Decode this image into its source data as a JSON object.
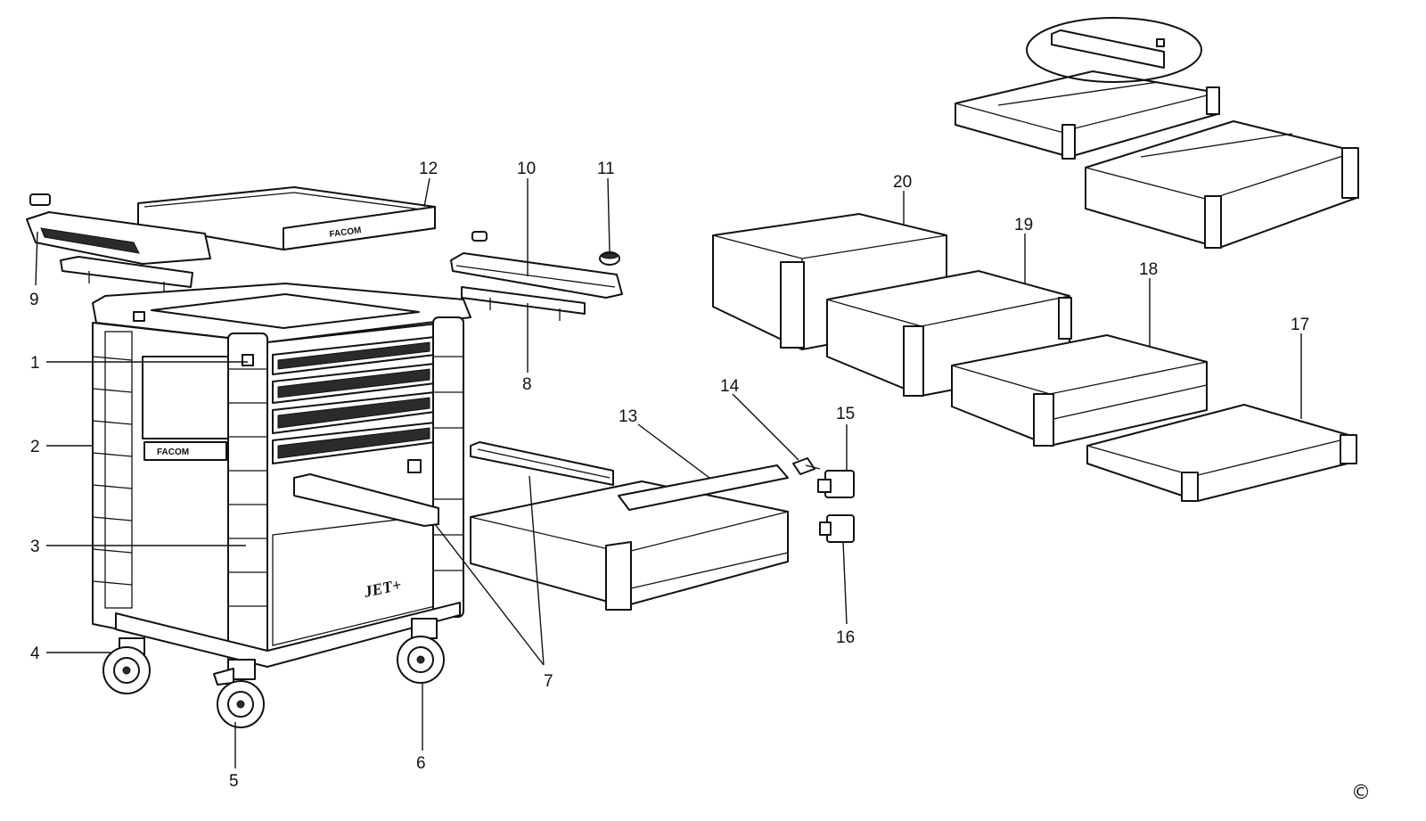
{
  "diagram": {
    "callouts": [
      "1",
      "2",
      "3",
      "4",
      "5",
      "6",
      "7",
      "8",
      "9",
      "10",
      "11",
      "12",
      "13",
      "14",
      "15",
      "16",
      "17",
      "18",
      "19",
      "20"
    ],
    "brand_lid": "FACOM",
    "brand_side": "FACOM",
    "model_mark": "JET+",
    "copyright": "©"
  }
}
